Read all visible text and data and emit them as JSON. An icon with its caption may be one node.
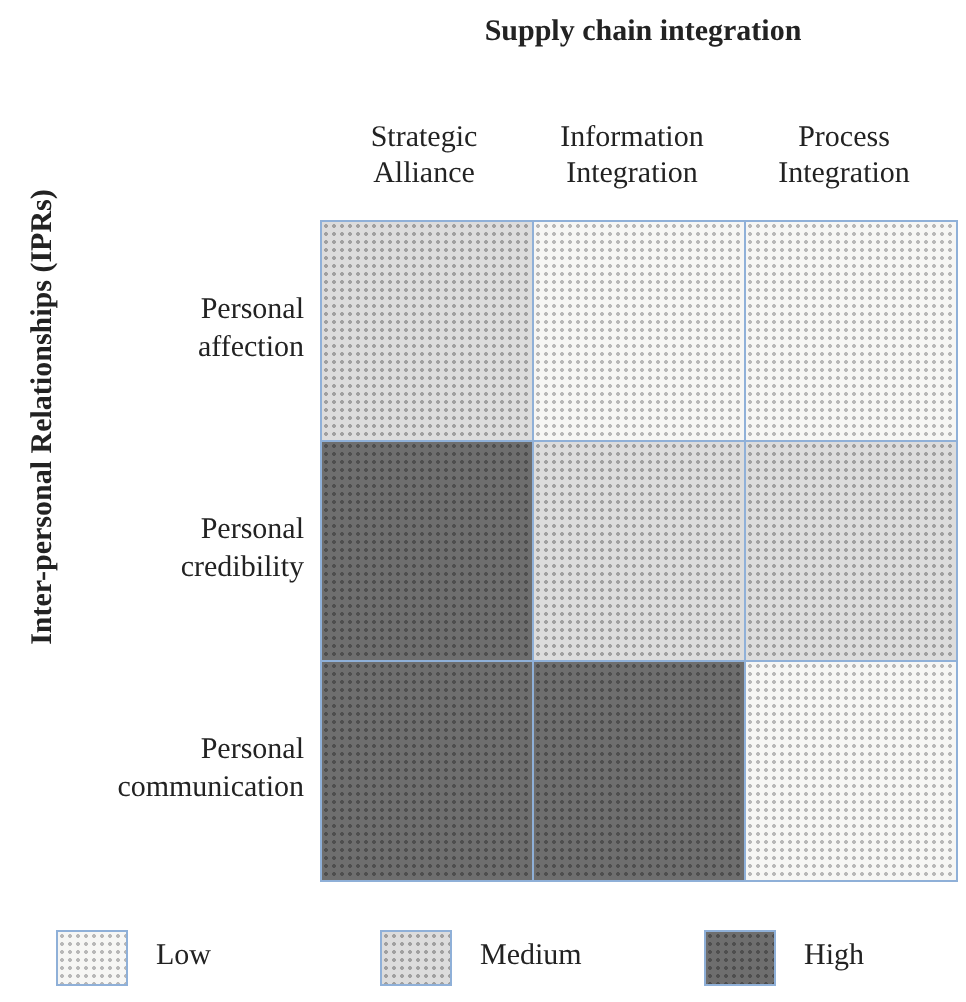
{
  "diagram": {
    "title": "Supply chain integration",
    "nodes": [
      {
        "text": [],
        "shape": "box"
      },
      {
        "text": [],
        "shape": "box"
      },
      {
        "text": [],
        "shape": "box"
      },
      {
        "text": [],
        "shape": "box"
      },
      {
        "text": [],
        "shape": "box"
      },
      {
        "text": [],
        "shape": "box"
      },
      {
        "text": [],
        "shape": "box"
      },
      {
        "text": [],
        "shape": "box"
      },
      {
        "text": [],
        "shape": "box"
      }
    ],
    "edges": [],
    "labels": [
      "Inter-personal Relationships (IPRs)",
      "Strategic Alliance",
      "Information Integration",
      "Process Integration",
      "Personal affection",
      "Personal credibility",
      "Personal communication"
    ],
    "legend": [
      {
        "text": "Low",
        "color": "#f6f6f4"
      },
      {
        "text": "Medium",
        "color": "#dcdcdc"
      },
      {
        "text": "High",
        "color": "#6e6e6e"
      }
    ]
  }
}
